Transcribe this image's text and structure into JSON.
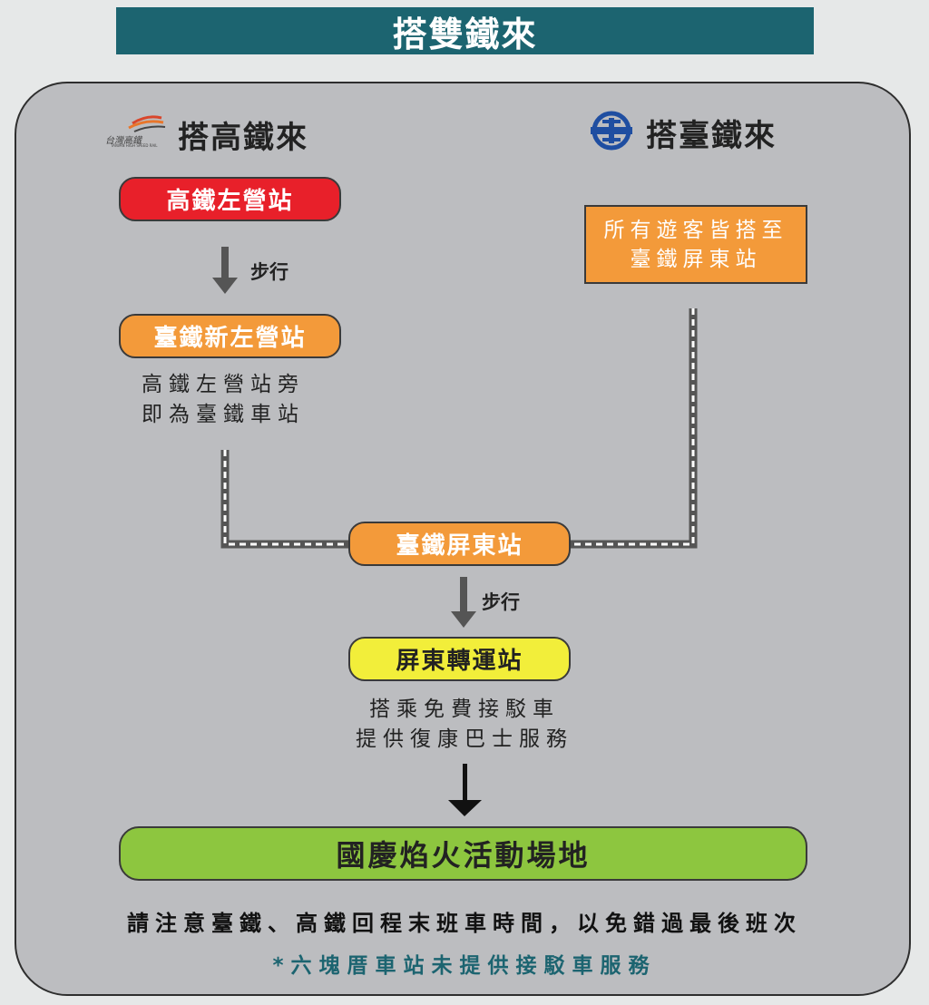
{
  "banner": {
    "title": "搭雙鐵來"
  },
  "hsr": {
    "logo_text": "台灣高鐵",
    "logo_subtext": "TAIWAN HIGH SPEED RAIL",
    "heading": "搭高鐵來",
    "station1": "高鐵左營站",
    "walk": "步行",
    "station2": "臺鐵新左營站",
    "note_line1": "高鐵左營站旁",
    "note_line2": "即為臺鐵車站"
  },
  "tra": {
    "heading": "搭臺鐵來",
    "box_line1": "所有遊客皆搭至",
    "box_line2": "臺鐵屏東站"
  },
  "merge": {
    "station": "臺鐵屏東站",
    "walk": "步行",
    "transfer": "屏東轉運站",
    "note_line1": "搭乘免費接駁車",
    "note_line2": "提供復康巴士服務",
    "destination": "國慶焰火活動場地"
  },
  "footer": {
    "line1": "請注意臺鐵、高鐵回程末班車時間，以免錯過最後班次",
    "line2": "*六塊厝車站未提供接駁車服務"
  },
  "colors": {
    "banner": "#1c6470",
    "red": "#e8202a",
    "orange": "#f39a3a",
    "yellow": "#f2ee3a",
    "green": "#8dc63f",
    "tra_logo": "#1f4ea1"
  }
}
